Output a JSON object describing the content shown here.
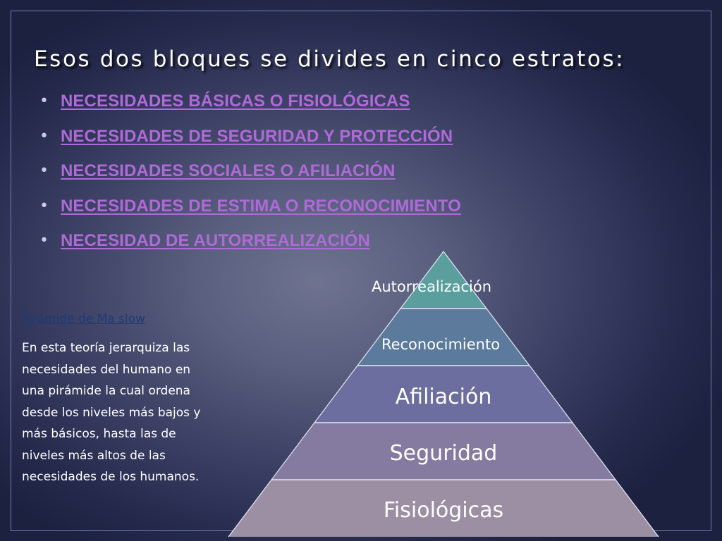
{
  "slide": {
    "title": "Esos dos bloques se divides en cinco estratos:",
    "bullets": [
      "NECESIDADES BÁSICAS O FISIOLÓGICAS",
      "NECESIDADES DE SEGURIDAD Y PROTECCIÓN",
      "NECESIDADES SOCIALES O AFILIACIÓN",
      "NECESIDADES DE ESTIMA O RECONOCIMIENTO",
      "NECESIDAD DE AUTORREALIZACIÓN"
    ],
    "bullet_glyph": "•",
    "pyramid": {
      "levels": [
        {
          "label": "Autorrealización",
          "color": "#5a9e9e"
        },
        {
          "label": "Reconocimiento",
          "color": "#5b7a9c"
        },
        {
          "label": "Afiliación",
          "color": "#6b6e9e"
        },
        {
          "label": "Seguridad",
          "color": "#857aa0"
        },
        {
          "label": "Fisiológicas",
          "color": "#9c8fa4"
        }
      ],
      "separator_color": "#e6e8f2"
    },
    "maslow_link": "Pirámide de Ma slow",
    "description_lines": [
      "En esta teoría jerarquiza las",
      "necesidades del humano en",
      "una pirámide la cual ordena",
      "desde los niveles más bajos y",
      "más básicos, hasta las de",
      "niveles más altos de las",
      "necesidades de los humanos."
    ],
    "colors": {
      "title": "#ffffff",
      "bullet_link": "#b06ad8",
      "maslow_link": "#1f3a78",
      "frame": "#6f7fb0"
    }
  }
}
